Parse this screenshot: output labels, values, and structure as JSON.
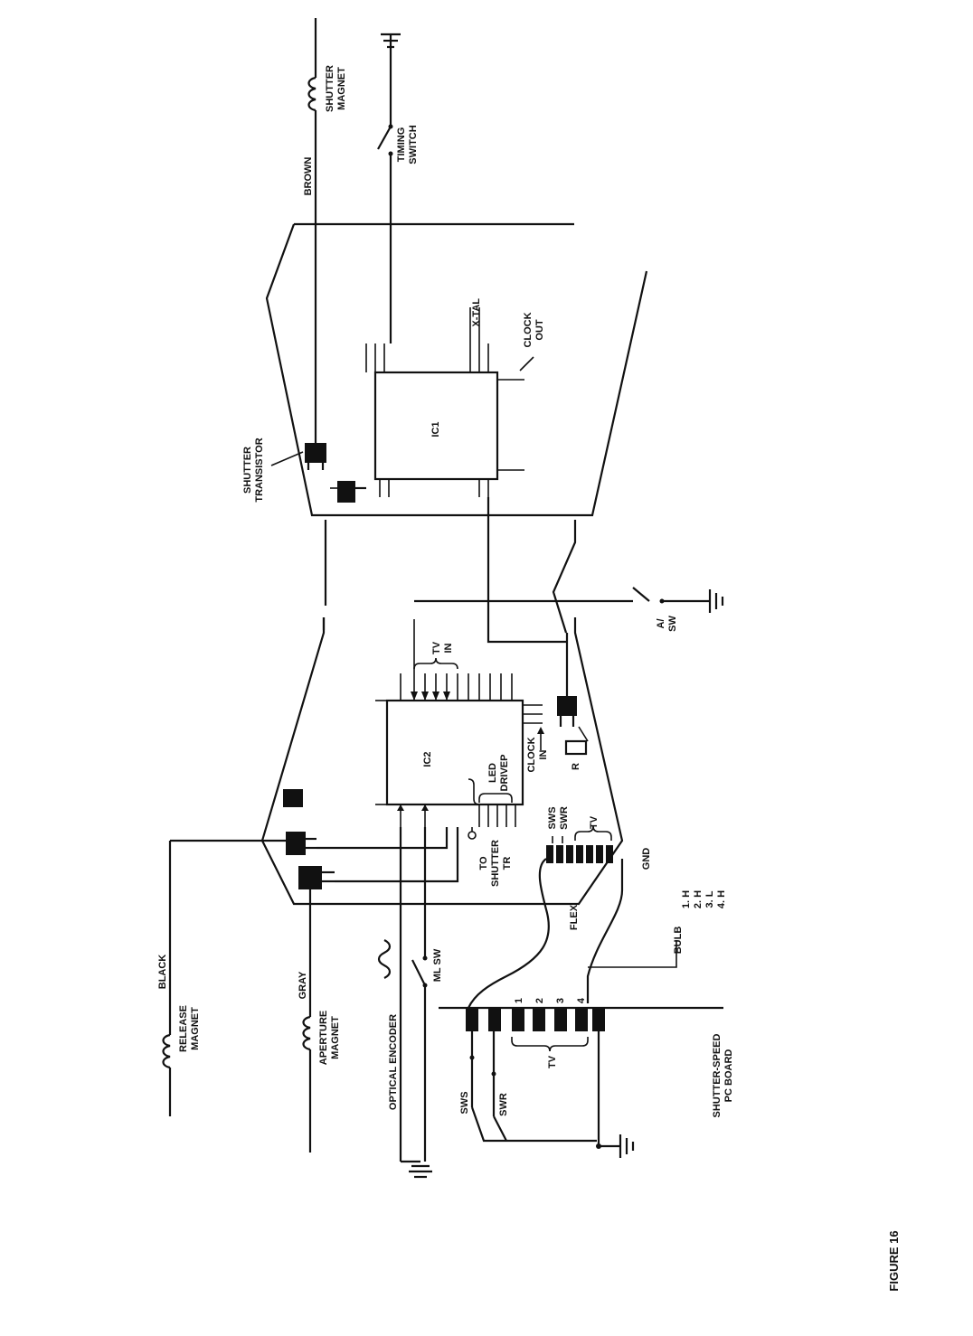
{
  "figure": {
    "caption": "FIGURE 16"
  },
  "labels": {
    "shutter_magnet": [
      "SHUTTER",
      "MAGNET"
    ],
    "brown": "BROWN",
    "timing_switch": [
      "TIMING",
      "SWITCH"
    ],
    "x_tal": "X-TAL",
    "clock_out": [
      "CLOCK",
      "OUT"
    ],
    "ic1": "IC1",
    "shutter_transistor": [
      "SHUTTER",
      "TRANSISTOR"
    ],
    "av_sw": [
      "A/",
      "SW"
    ],
    "tv_in": [
      "TV",
      "IN"
    ],
    "ic2": "IC2",
    "led_driver": [
      "LED",
      "DRIVEP"
    ],
    "clock_in": [
      "CLOCK",
      "IN"
    ],
    "r": "R",
    "sws_top": "SWS",
    "swr_top": "SWR",
    "tv_top": "TV",
    "gnd": "GND",
    "to_shutter_tr": [
      "TO",
      "SHUTTER",
      "TR"
    ],
    "flex": "FLEX",
    "bulb": "BULB",
    "bulb_table": [
      "1. H",
      "2. H",
      "3. L",
      "4. H"
    ],
    "black": "BLACK",
    "release_magnet": [
      "RELEASE",
      "MAGNET"
    ],
    "gray": "GRAY",
    "aperture_magnet": [
      "APERTURE",
      "MAGNET"
    ],
    "optical_encoder": "OPTICAL ENCODER",
    "ml_sw": "ML SW",
    "pin_numbers": [
      "1",
      "2",
      "3",
      "4"
    ],
    "tv_bottom": "TV",
    "sws_bottom": "SWS",
    "swr_bottom": "SWR",
    "shutter_speed_board": [
      "SHUTTER-SPEED",
      "PC BOARD"
    ]
  }
}
